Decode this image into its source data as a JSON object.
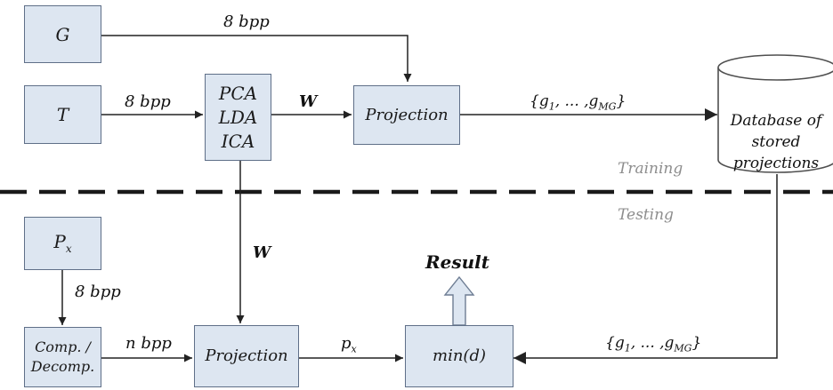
{
  "boxes": {
    "G": "G",
    "T": "T",
    "pca": [
      "PCA",
      "LDA",
      "ICA"
    ],
    "projection_train": "Projection",
    "px": "Px",
    "comp": [
      "Comp. /",
      "Decomp."
    ],
    "projection_test": "Projection",
    "min": "min(d)"
  },
  "database": [
    "Database of",
    "stored",
    "projections"
  ],
  "labels": {
    "g_8bpp": "8 bpp",
    "t_8bpp": "8 bpp",
    "w_top": "W",
    "g_set_top": "{g1, ... ,gMG}",
    "training": "Training",
    "testing": "Testing",
    "w_down": "W",
    "px_8bpp": "8 bpp",
    "n_bpp": "n bpp",
    "px_small": "px",
    "result": "Result",
    "g_set_bottom": "{g1, ... ,gMG}"
  },
  "colors": {
    "box_fill": "#dde6f1",
    "box_border": "#5f6f88",
    "arrow": "#222222",
    "result_arrow_fill": "#dde6f1",
    "phase_label": "#8d8d8d"
  }
}
